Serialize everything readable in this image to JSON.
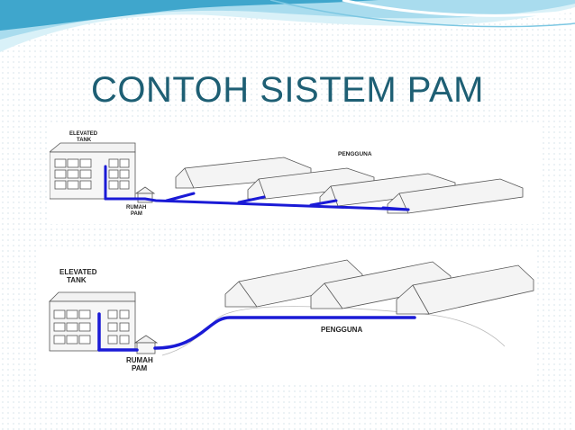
{
  "slide": {
    "title": "CONTOH SISTEM PAM"
  },
  "diagram_top": {
    "elevated_tank_line1": "ELEVATED",
    "elevated_tank_line2": "TANK",
    "pump_house_line1": "RUMAH",
    "pump_house_line2": "PAM",
    "users_label": "PENGGUNA"
  },
  "diagram_bottom": {
    "elevated_tank_line1": "ELEVATED",
    "elevated_tank_line2": "TANK",
    "pump_house_line1": "RUMAH",
    "pump_house_line2": "PAM",
    "users_label": "PENGGUNA"
  },
  "colors": {
    "title": "#1e5f74",
    "pipe": "#1a1ad6",
    "wave_dark": "#3aa0c8",
    "wave_light": "#bfe6f2"
  }
}
